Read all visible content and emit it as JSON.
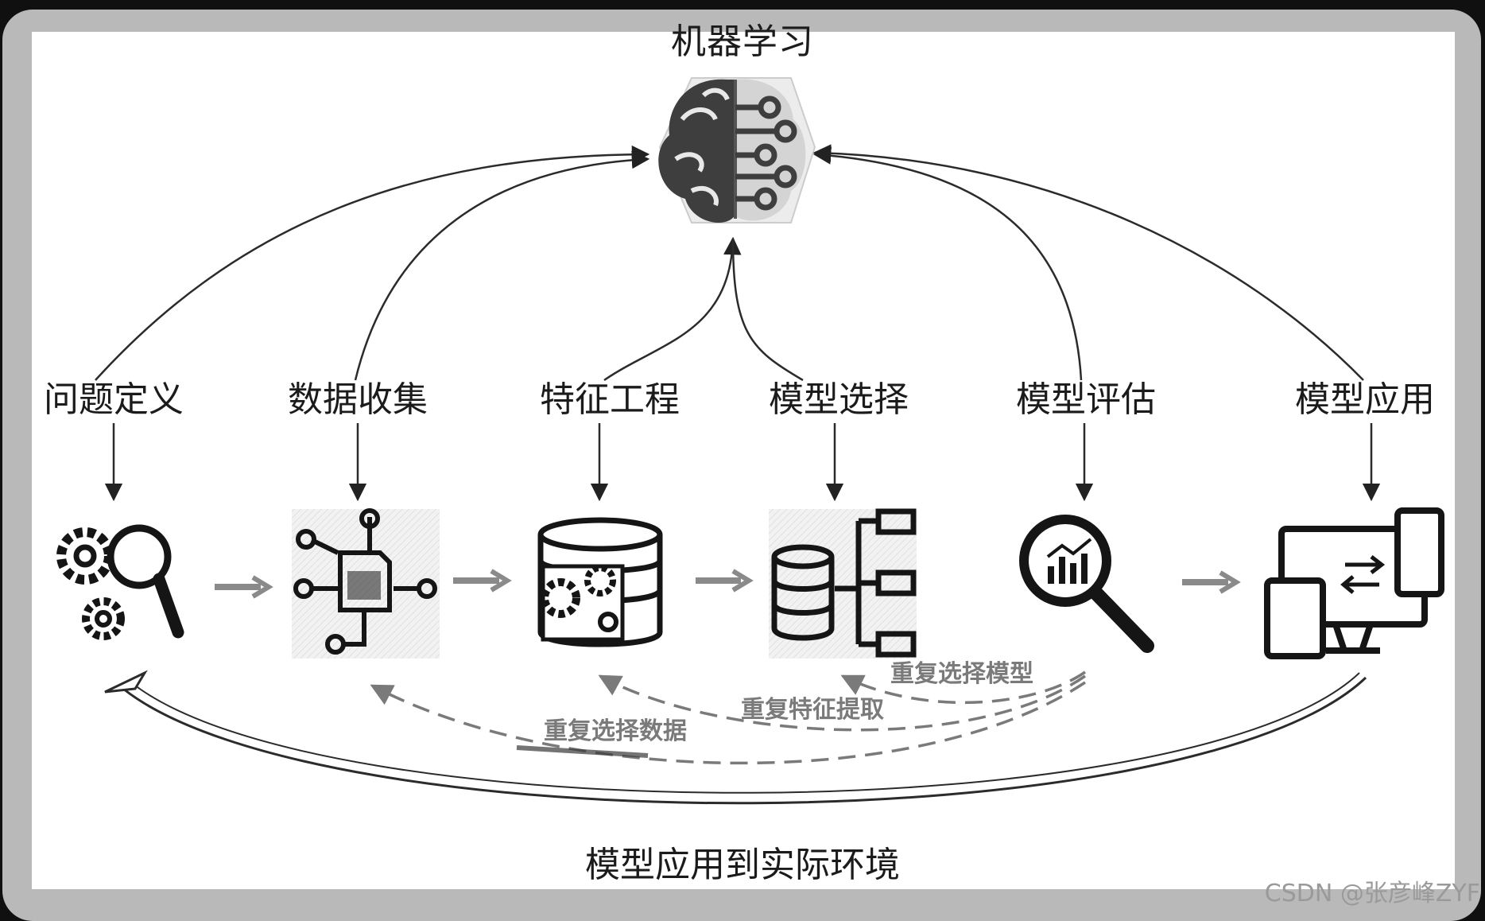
{
  "diagram": {
    "center_title": "机器学习",
    "steps": [
      {
        "label": "问题定义",
        "icon": "gears-magnifier-icon"
      },
      {
        "label": "数据收集",
        "icon": "data-collection-icon"
      },
      {
        "label": "特征工程",
        "icon": "database-gears-icon"
      },
      {
        "label": "模型选择",
        "icon": "database-tree-icon"
      },
      {
        "label": "模型评估",
        "icon": "chart-magnifier-icon"
      },
      {
        "label": "模型应用",
        "icon": "devices-icon"
      }
    ],
    "loops": {
      "reselect_model": "重复选择模型",
      "refeature": "重复特征提取",
      "reselect_data": "重复选择数据"
    },
    "bottom_title": "模型应用到实际环境",
    "watermark": "CSDN @张彦峰ZYF"
  }
}
